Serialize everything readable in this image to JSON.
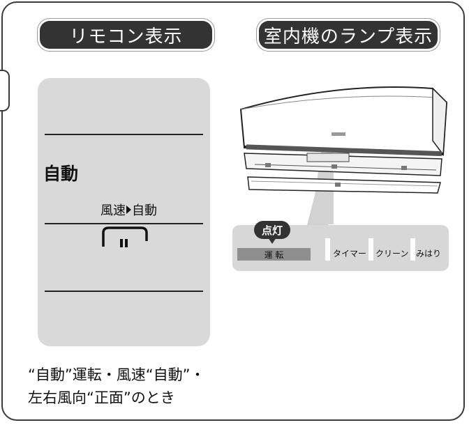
{
  "headers": {
    "remote_display": "リモコン表示",
    "indoor_lamp_display": "室内機のランプ表示"
  },
  "remote": {
    "mode": "自動",
    "fan_label_prefix": "風速",
    "fan_label_value": "自動"
  },
  "lamps": {
    "lit_badge": "点灯",
    "operation": "運 転",
    "timer": "タイマー",
    "clean": "クリーン",
    "watch": "みはり"
  },
  "caption": {
    "line1": "“自動”運転・風速“自動”・",
    "line2": "左右風向“正面”のとき"
  },
  "colors": {
    "pill_bg": "#333333",
    "panel_bg": "#d9d9d9",
    "lit_lamp": "#8f8f8f"
  }
}
